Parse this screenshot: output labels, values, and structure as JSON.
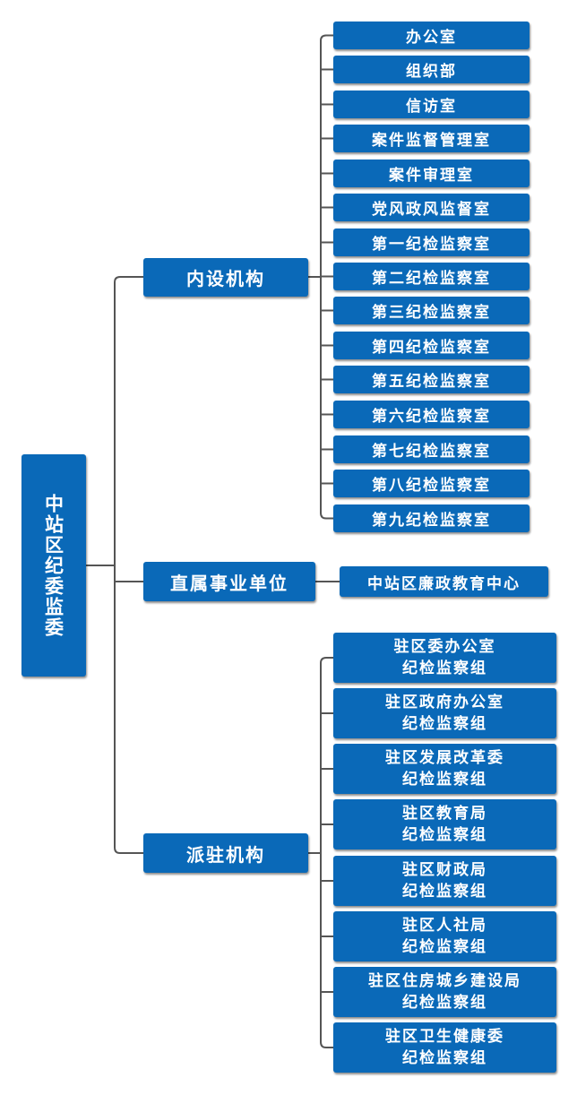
{
  "root": "中站区纪委监委",
  "categories": {
    "internal": {
      "label": "内设机构",
      "items": [
        "办公室",
        "组织部",
        "信访室",
        "案件监督管理室",
        "案件审理室",
        "党风政风监督室",
        "第一纪检监察室",
        "第二纪检监察室",
        "第三纪检监察室",
        "第四纪检监察室",
        "第五纪检监察室",
        "第六纪检监察室",
        "第七纪检监察室",
        "第八纪检监察室",
        "第九纪检监察室"
      ]
    },
    "affiliated": {
      "label": "直属事业单位",
      "items": [
        "中站区廉政教育中心"
      ]
    },
    "dispatched": {
      "label": "派驻机构",
      "items": [
        {
          "line1": "驻区委办公室",
          "line2": "纪检监察组"
        },
        {
          "line1": "驻区政府办公室",
          "line2": "纪检监察组"
        },
        {
          "line1": "驻区发展改革委",
          "line2": "纪检监察组"
        },
        {
          "line1": "驻区教育局",
          "line2": "纪检监察组"
        },
        {
          "line1": "驻区财政局",
          "line2": "纪检监察组"
        },
        {
          "line1": "驻区人社局",
          "line2": "纪检监察组"
        },
        {
          "line1": "驻区住房城乡建设局",
          "line2": "纪检监察组"
        },
        {
          "line1": "驻区卫生健康委",
          "line2": "纪检监察组"
        }
      ]
    }
  },
  "colors": {
    "box": "#0a69b8",
    "line": "#555555",
    "text": "#ffffff"
  }
}
